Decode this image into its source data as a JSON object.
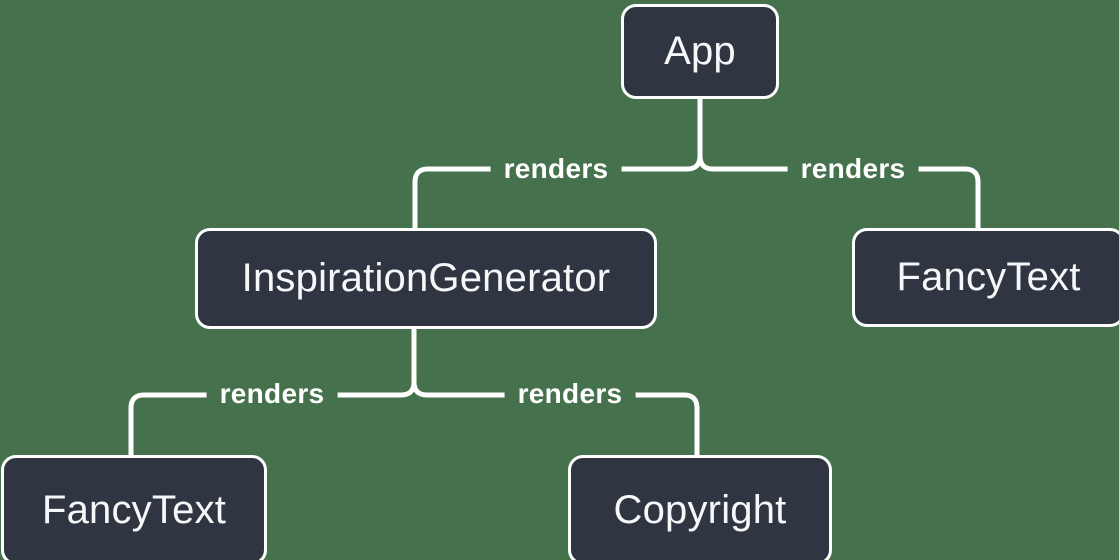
{
  "diagram": {
    "kind": "component-render-tree"
  },
  "colors": {
    "background": "#46714D",
    "node_fill": "#2F3642",
    "node_border": "#FFFFFF",
    "node_text": "#F6F7F9",
    "edge": "#FFFFFF",
    "edge_label_text": "#FFFFFF"
  },
  "nodes": [
    {
      "id": "app",
      "label": "App"
    },
    {
      "id": "inspiration-generator",
      "label": "InspirationGenerator"
    },
    {
      "id": "fancy-text-top",
      "label": "FancyText"
    },
    {
      "id": "fancy-text-bottom",
      "label": "FancyText"
    },
    {
      "id": "copyright",
      "label": "Copyright"
    }
  ],
  "edges": [
    {
      "from": "App",
      "to": "InspirationGenerator",
      "label": "renders"
    },
    {
      "from": "App",
      "to": "FancyText",
      "label": "renders"
    },
    {
      "from": "InspirationGenerator",
      "to": "FancyText",
      "label": "renders"
    },
    {
      "from": "InspirationGenerator",
      "to": "Copyright",
      "label": "renders"
    }
  ]
}
